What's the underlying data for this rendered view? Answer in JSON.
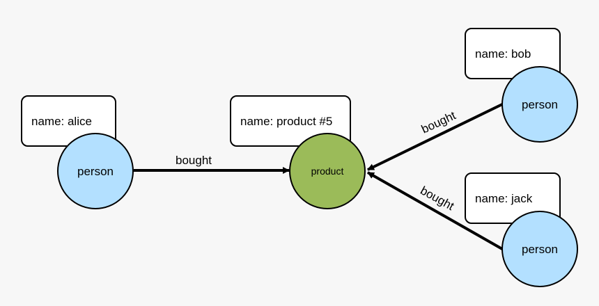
{
  "diagram": {
    "colors": {
      "person_fill": "#b3e0ff",
      "product_fill": "#9bbb59",
      "label_fill": "#ffffff",
      "stroke": "#000000"
    },
    "labels": {
      "alice": "name: alice",
      "product": "name: product #5",
      "bob": "name: bob",
      "jack": "name: jack"
    },
    "nodes": {
      "alice": "person",
      "product": "product",
      "bob": "person",
      "jack": "person"
    },
    "edges": {
      "alice_to_product": "bought",
      "bob_to_product": "bought",
      "jack_to_product": "bought"
    }
  }
}
